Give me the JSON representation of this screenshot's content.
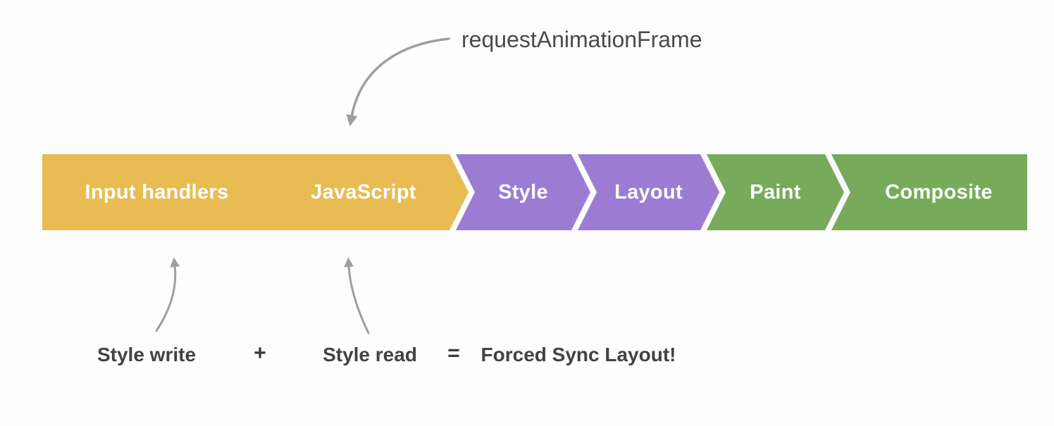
{
  "pipeline": {
    "segments": [
      {
        "label": "Input handlers",
        "color": "#E8BC52"
      },
      {
        "label": "JavaScript",
        "color": "#E8BC52"
      },
      {
        "label": "Style",
        "color": "#9C7CD3"
      },
      {
        "label": "Layout",
        "color": "#9C7CD3"
      },
      {
        "label": "Paint",
        "color": "#77AB5B"
      },
      {
        "label": "Composite",
        "color": "#77AB5B"
      }
    ]
  },
  "annotations": {
    "raf": "requestAnimationFrame",
    "style_write": "Style write",
    "plus": "+",
    "style_read": "Style read",
    "equals": "=",
    "result": "Forced Sync Layout!"
  },
  "colors": {
    "javascript_yellow": "#E8BC52",
    "style_layout_purple": "#9C7CD3",
    "paint_composite_green": "#77AB5B",
    "arrow_gray": "#9E9E9E",
    "text_dark": "#424242",
    "background": "#FDFDFD",
    "segment_text": "#FFFFFF"
  }
}
